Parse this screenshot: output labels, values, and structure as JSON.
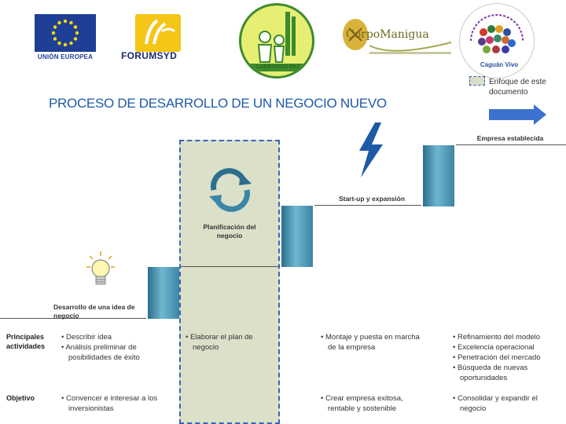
{
  "logos": {
    "eu_text": "UNIÓN EUROPEA",
    "forum_text": "FORUMSYD",
    "circle_text": "LABRANDO PAZ",
    "corpo_text": "CorpoManigua",
    "round_text": "Caguán Vivo"
  },
  "title": "PROCESO DE DESARROLLO DE UN NEGOCIO NUEVO",
  "legend": {
    "label": "Enfoque de este documento"
  },
  "stages": [
    {
      "label": "Desarrollo de una idea de negocio"
    },
    {
      "label": "Planificación del negocio"
    },
    {
      "label": "Start-up y expansión"
    },
    {
      "label": "Empresa establecida"
    }
  ],
  "rows": {
    "activities_header": "Principales actividades",
    "objective_header": "Objetivo",
    "activities": [
      [
        "Describir idea",
        "Análisis preliminar de posibilidades de éxito"
      ],
      [
        "Elaborar el plan de negocio"
      ],
      [
        "Montaje y puesta en marcha de la empresa"
      ],
      [
        "Refinamiento del modelo",
        "Excelencia operacional",
        "Penetración del mercado",
        "Búsqueda de nuevas oportunidades"
      ]
    ],
    "objectives": [
      [
        "Convencer e interesar a los inversionistas"
      ],
      [],
      [
        "Crear empresa exitosa, rentable y sostenible"
      ],
      [
        "Consolidar y expandir el negocio"
      ]
    ]
  },
  "colors": {
    "title": "#1f5aa6",
    "highlight_fill": "#dbe0c9",
    "highlight_border": "#3a63b8",
    "arrow": "#3b71cf",
    "step_block": "#3b86a6",
    "lightning": "#1f5aa6"
  },
  "icons": [
    "cycle-arrows-icon",
    "lightbulb-icon",
    "lightning-icon",
    "right-arrow-icon"
  ]
}
